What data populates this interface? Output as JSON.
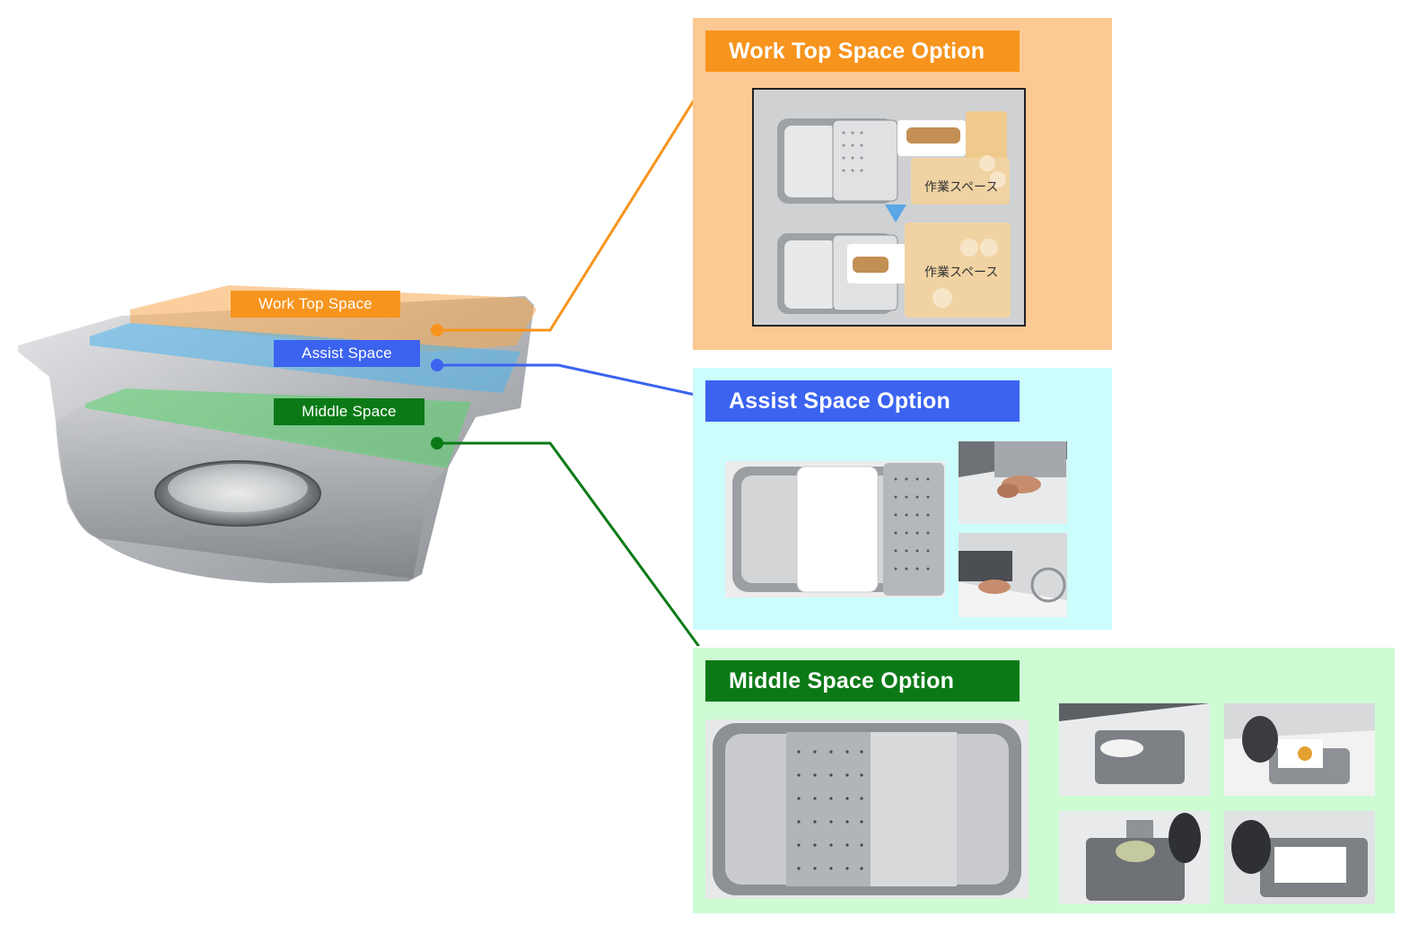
{
  "diagram": {
    "layers": {
      "worktop": "Work Top Space",
      "assist": "Assist Space",
      "middle": "Middle Space"
    }
  },
  "panels": {
    "worktop": {
      "title": "Work Top Space Option",
      "work_space_label_1": "作業スペース",
      "work_space_label_2": "作業スペース"
    },
    "assist": {
      "title": "Assist Space Option"
    },
    "middle": {
      "title": "Middle Space Option"
    }
  },
  "colors": {
    "orange": "#f7941d",
    "orange_panel": "#fcc894",
    "blue": "#3b63f0",
    "blue_panel": "#ccfcfc",
    "green": "#0b7a16",
    "green_panel": "#cdfcd3"
  }
}
